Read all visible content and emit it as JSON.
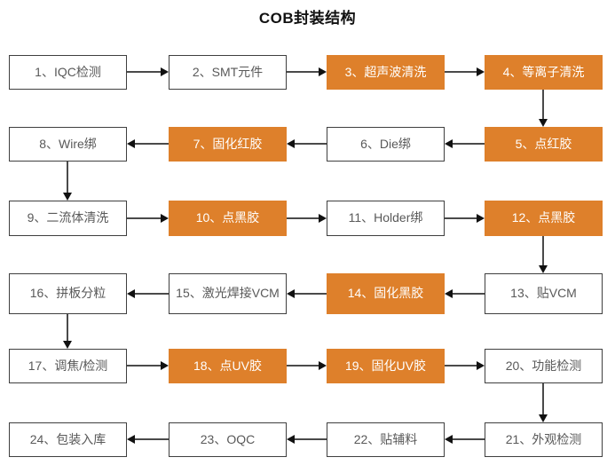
{
  "title": "COB封装结构",
  "colors": {
    "accent_orange": "#de802b",
    "orange_text": "#ffffff",
    "box_border": "#3f3f3f",
    "box_text": "#595959",
    "arrow_line": "#4a4a4a",
    "arrow_head": "#111111",
    "background": "#ffffff"
  },
  "nodes": [
    {
      "label": "1、IQC检测",
      "style": "white"
    },
    {
      "label": "2、SMT元件",
      "style": "white"
    },
    {
      "label": "3、超声波清洗",
      "style": "orange"
    },
    {
      "label": "4、等离子清洗",
      "style": "orange"
    },
    {
      "label": "5、点红胶",
      "style": "orange"
    },
    {
      "label": "6、Die绑",
      "style": "white"
    },
    {
      "label": "7、固化红胶",
      "style": "orange"
    },
    {
      "label": "8、Wire绑",
      "style": "white"
    },
    {
      "label": "9、二流体清洗",
      "style": "white"
    },
    {
      "label": "10、点黑胶",
      "style": "orange"
    },
    {
      "label": "11、Holder绑",
      "style": "white"
    },
    {
      "label": "12、点黑胶",
      "style": "orange"
    },
    {
      "label": "13、贴VCM",
      "style": "white"
    },
    {
      "label": "14、固化黑胶",
      "style": "orange"
    },
    {
      "label": "15、激光焊接VCM",
      "style": "white"
    },
    {
      "label": "16、拼板分粒",
      "style": "white"
    },
    {
      "label": "17、调焦/检测",
      "style": "white"
    },
    {
      "label": "18、点UV胶",
      "style": "orange"
    },
    {
      "label": "19、固化UV胶",
      "style": "orange"
    },
    {
      "label": "20、功能检测",
      "style": "white"
    },
    {
      "label": "21、外观检测",
      "style": "white"
    },
    {
      "label": "22、贴辅料",
      "style": "white"
    },
    {
      "label": "23、OQC",
      "style": "white"
    },
    {
      "label": "24、包装入库",
      "style": "white"
    }
  ]
}
